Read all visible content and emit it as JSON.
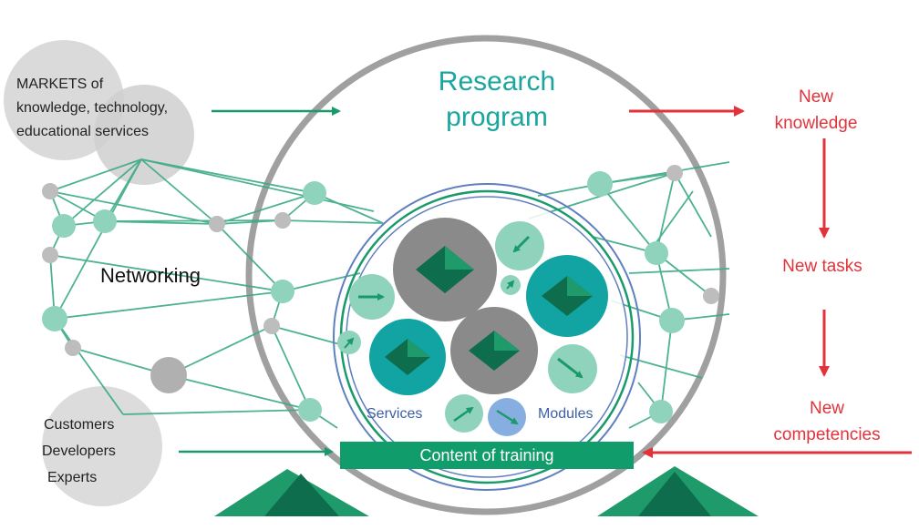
{
  "markets": {
    "line1": "MARKETS of",
    "line2": "knowledge, technology,",
    "line3": "educational services"
  },
  "networking_label": "Networking",
  "people": {
    "line1": "Customers",
    "line2": "Developers",
    "line3": "Experts"
  },
  "research": {
    "line1": "Research",
    "line2": "program"
  },
  "inner": {
    "services_label": "Services",
    "modules_label": "Modules",
    "content_label": "Content of training"
  },
  "outputs": {
    "knowledge_line1": "New",
    "knowledge_line2": "knowledge",
    "tasks": "New tasks",
    "competencies_line1": "New",
    "competencies_line2": "competencies"
  },
  "colors": {
    "teal_text": "#1aa59e",
    "green_arrow": "#1a9a6b",
    "red": "#e2333b",
    "gray_ring": "#a0a0a0",
    "network_line": "#3aaa86",
    "light_green_node": "#8fd3bd",
    "gray_node": "#bdbdbd",
    "dark_gray_circle": "#8a8a8a",
    "teal_circle": "#12a3a3",
    "content_bar": "#119d6b",
    "blue_label": "#3b5fa8"
  }
}
